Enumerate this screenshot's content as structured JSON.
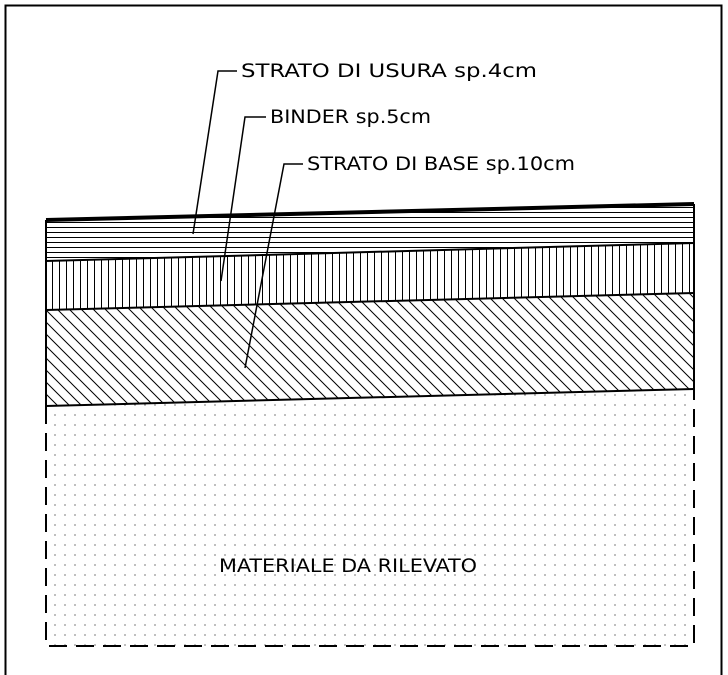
{
  "layers": [
    {
      "id": "usura",
      "label": "STRATO DI USURA sp.4cm",
      "fill_pattern": "horizontal-lines"
    },
    {
      "id": "binder",
      "label": "BINDER sp.5cm",
      "fill_pattern": "vertical-lines"
    },
    {
      "id": "base",
      "label": "STRATO DI BASE sp.10cm",
      "fill_pattern": "diagonal-hatch"
    }
  ],
  "fill_material": {
    "label": "MATERIALE DA RILEVATO",
    "fill_pattern": "dots"
  },
  "colors": {
    "line": "#000000",
    "background": "#ffffff"
  }
}
